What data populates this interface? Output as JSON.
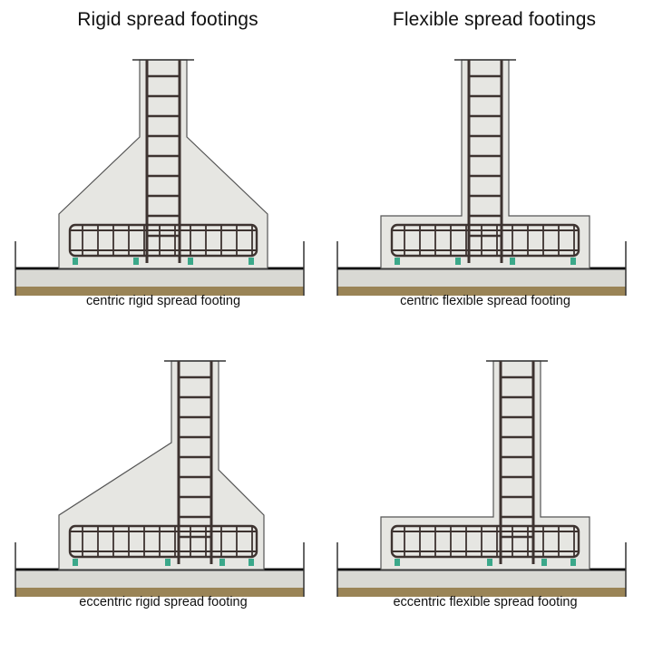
{
  "titles": {
    "rigid": "Rigid spread footings",
    "flexible": "Flexible spread footings"
  },
  "captions": {
    "centric_rigid": "centric rigid spread footing",
    "centric_flexible": "centric flexible spread footing",
    "eccentric_rigid": "eccentric rigid spread footing",
    "eccentric_flexible": "eccentric flexible spread footing"
  },
  "colors": {
    "concrete": "#e6e6e2",
    "concrete_edge": "#555555",
    "rebar": "#3d3330",
    "soil": "#9a8456",
    "lean_concrete": "#d9d9d4",
    "accent_tie": "#3ba88a"
  }
}
